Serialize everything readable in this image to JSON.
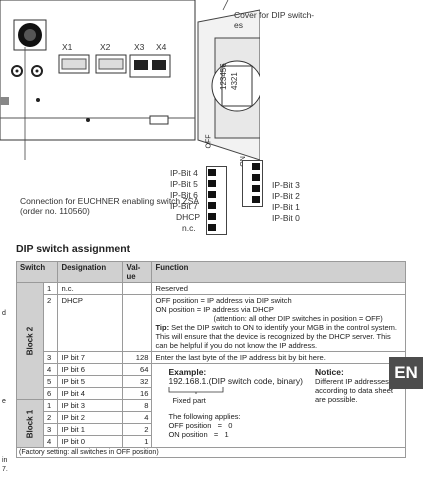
{
  "diagram": {
    "cover_label": "Cover for DIP switch-\nes",
    "connectors": [
      "X1",
      "X2",
      "X3",
      "X4"
    ],
    "zsa_label": "Connection for EUCHNER enabling switch ZSA\n(order no. 110560)",
    "dip_digits": "123456",
    "dip_digits_b": "4321",
    "on_off": [
      "ON",
      "OFF"
    ],
    "left_bits": [
      "IP-Bit 4",
      "IP-Bit 5",
      "IP-Bit 6",
      "IP-Bit 7",
      "DHCP",
      "n.c."
    ],
    "right_bits": [
      "IP-Bit 3",
      "IP-Bit 2",
      "IP-Bit 1",
      "IP-Bit 0"
    ]
  },
  "section_title": "DIP switch assignment",
  "table": {
    "headers": [
      "Switch",
      "Designation",
      "Val-\nue",
      "Function"
    ],
    "block2": "Block 2",
    "block1": "Block 1",
    "rows": [
      {
        "sw": "1",
        "des": "n.c.",
        "val": "",
        "func": "Reserved"
      },
      {
        "sw": "2",
        "des": "DHCP",
        "val": "",
        "func": ""
      },
      {
        "sw": "3",
        "des": "IP bit 7",
        "val": "128",
        "func": "Enter the last byte of the IP address bit by bit here."
      },
      {
        "sw": "4",
        "des": "IP bit 6",
        "val": "64"
      },
      {
        "sw": "5",
        "des": "IP bit 5",
        "val": "32"
      },
      {
        "sw": "6",
        "des": "IP bit 4",
        "val": "16"
      },
      {
        "sw": "1",
        "des": "IP bit 3",
        "val": "8"
      },
      {
        "sw": "2",
        "des": "IP bit 2",
        "val": "4"
      },
      {
        "sw": "3",
        "des": "IP bit 1",
        "val": "2"
      },
      {
        "sw": "4",
        "des": "IP bit 0",
        "val": "1"
      }
    ],
    "dhcp_func": {
      "off": "OFF position = IP address via DIP switch",
      "on": "ON position  = IP address via DHCP",
      "attention": "(attention: all other DIP switches in position = OFF)",
      "tip_label": "Tip:",
      "tip": " Set the DIP switch to ON to identify your MGB in the control system. This will ensure that the device is recognized by the DHCP server. This can be helpful if you do not know the IP address."
    },
    "example": {
      "title": "Example:",
      "value": "192.168.1.(DIP switch code, binary)",
      "fixed": "Fixed part",
      "applies": "The following applies:",
      "off": "OFF position   =   0",
      "on": "ON position   =   1"
    },
    "notice": {
      "title": "Notice:",
      "text": "Different IP addresses according to data sheet are possible."
    },
    "footer": "(Factory setting: all switches in OFF position)"
  },
  "side_tab": "EN",
  "margin_fragments": [
    "d",
    "e",
    "in",
    "7."
  ]
}
